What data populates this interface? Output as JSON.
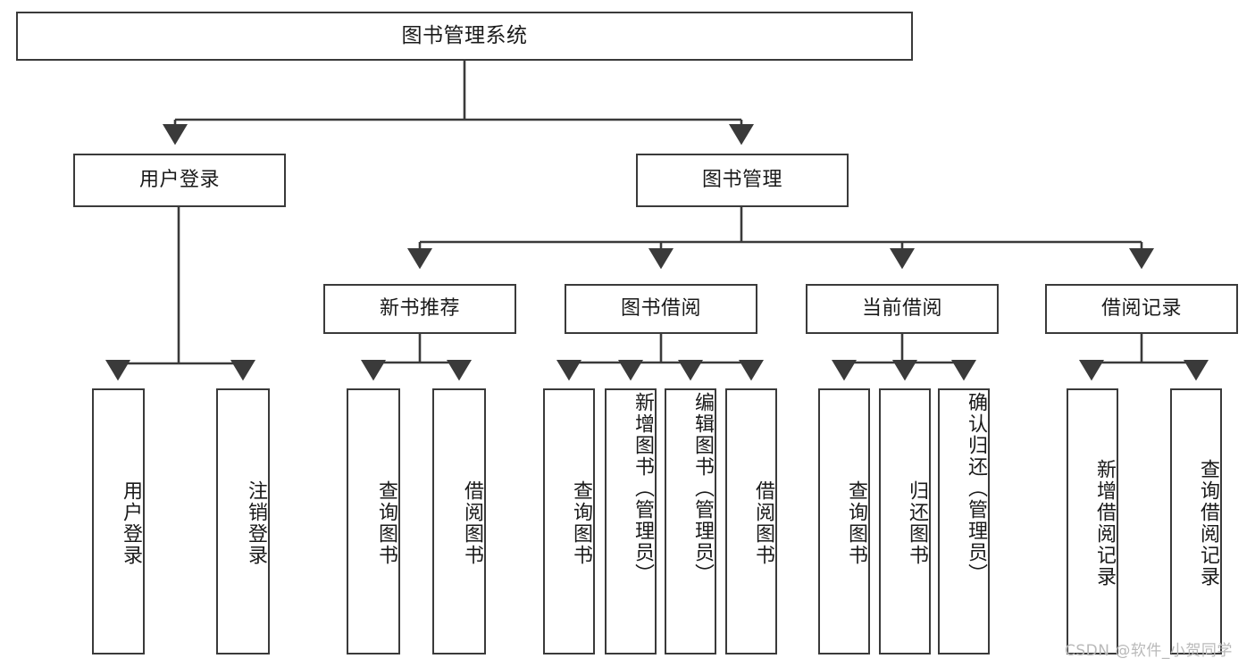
{
  "diagram": {
    "title": "图书管理系统",
    "type": "tree-hierarchy-chart",
    "watermark": "CSDN @软件_小贺同学",
    "stroke_color": "#3a3a3a",
    "fill_color": "#ffffff",
    "text_color": "#1a1a1a"
  },
  "nodes": {
    "root": {
      "label": "图书管理系统",
      "level": 1
    },
    "level2": [
      {
        "id": "user-login",
        "label": "用户登录"
      },
      {
        "id": "book-management",
        "label": "图书管理"
      }
    ],
    "level3": [
      {
        "id": "new-book-recommend",
        "label": "新书推荐"
      },
      {
        "id": "book-borrow",
        "label": "图书借阅"
      },
      {
        "id": "current-borrow",
        "label": "当前借阅"
      },
      {
        "id": "borrow-record",
        "label": "借阅记录"
      }
    ],
    "leaves": {
      "user-login": [
        {
          "id": "leaf-user-login",
          "label": "用户登录"
        },
        {
          "id": "leaf-logout-login",
          "label": "注销登录"
        }
      ],
      "new-book-recommend": [
        {
          "id": "leaf-query-book-1",
          "label": "查询图书"
        },
        {
          "id": "leaf-borrow-book-1",
          "label": "借阅图书"
        }
      ],
      "book-borrow": [
        {
          "id": "leaf-query-book-2",
          "label": "查询图书"
        },
        {
          "id": "leaf-add-book",
          "label": "新增图书（管理员）"
        },
        {
          "id": "leaf-edit-book",
          "label": "编辑图书（管理员）"
        },
        {
          "id": "leaf-borrow-book-2",
          "label": "借阅图书"
        }
      ],
      "current-borrow": [
        {
          "id": "leaf-query-book-3",
          "label": "查询图书"
        },
        {
          "id": "leaf-return-book",
          "label": "归还图书"
        },
        {
          "id": "leaf-confirm-return",
          "label": "确认归还（管理员）"
        }
      ],
      "borrow-record": [
        {
          "id": "leaf-add-record",
          "label": "新增借阅记录"
        },
        {
          "id": "leaf-query-record",
          "label": "查询借阅记录"
        }
      ]
    }
  }
}
